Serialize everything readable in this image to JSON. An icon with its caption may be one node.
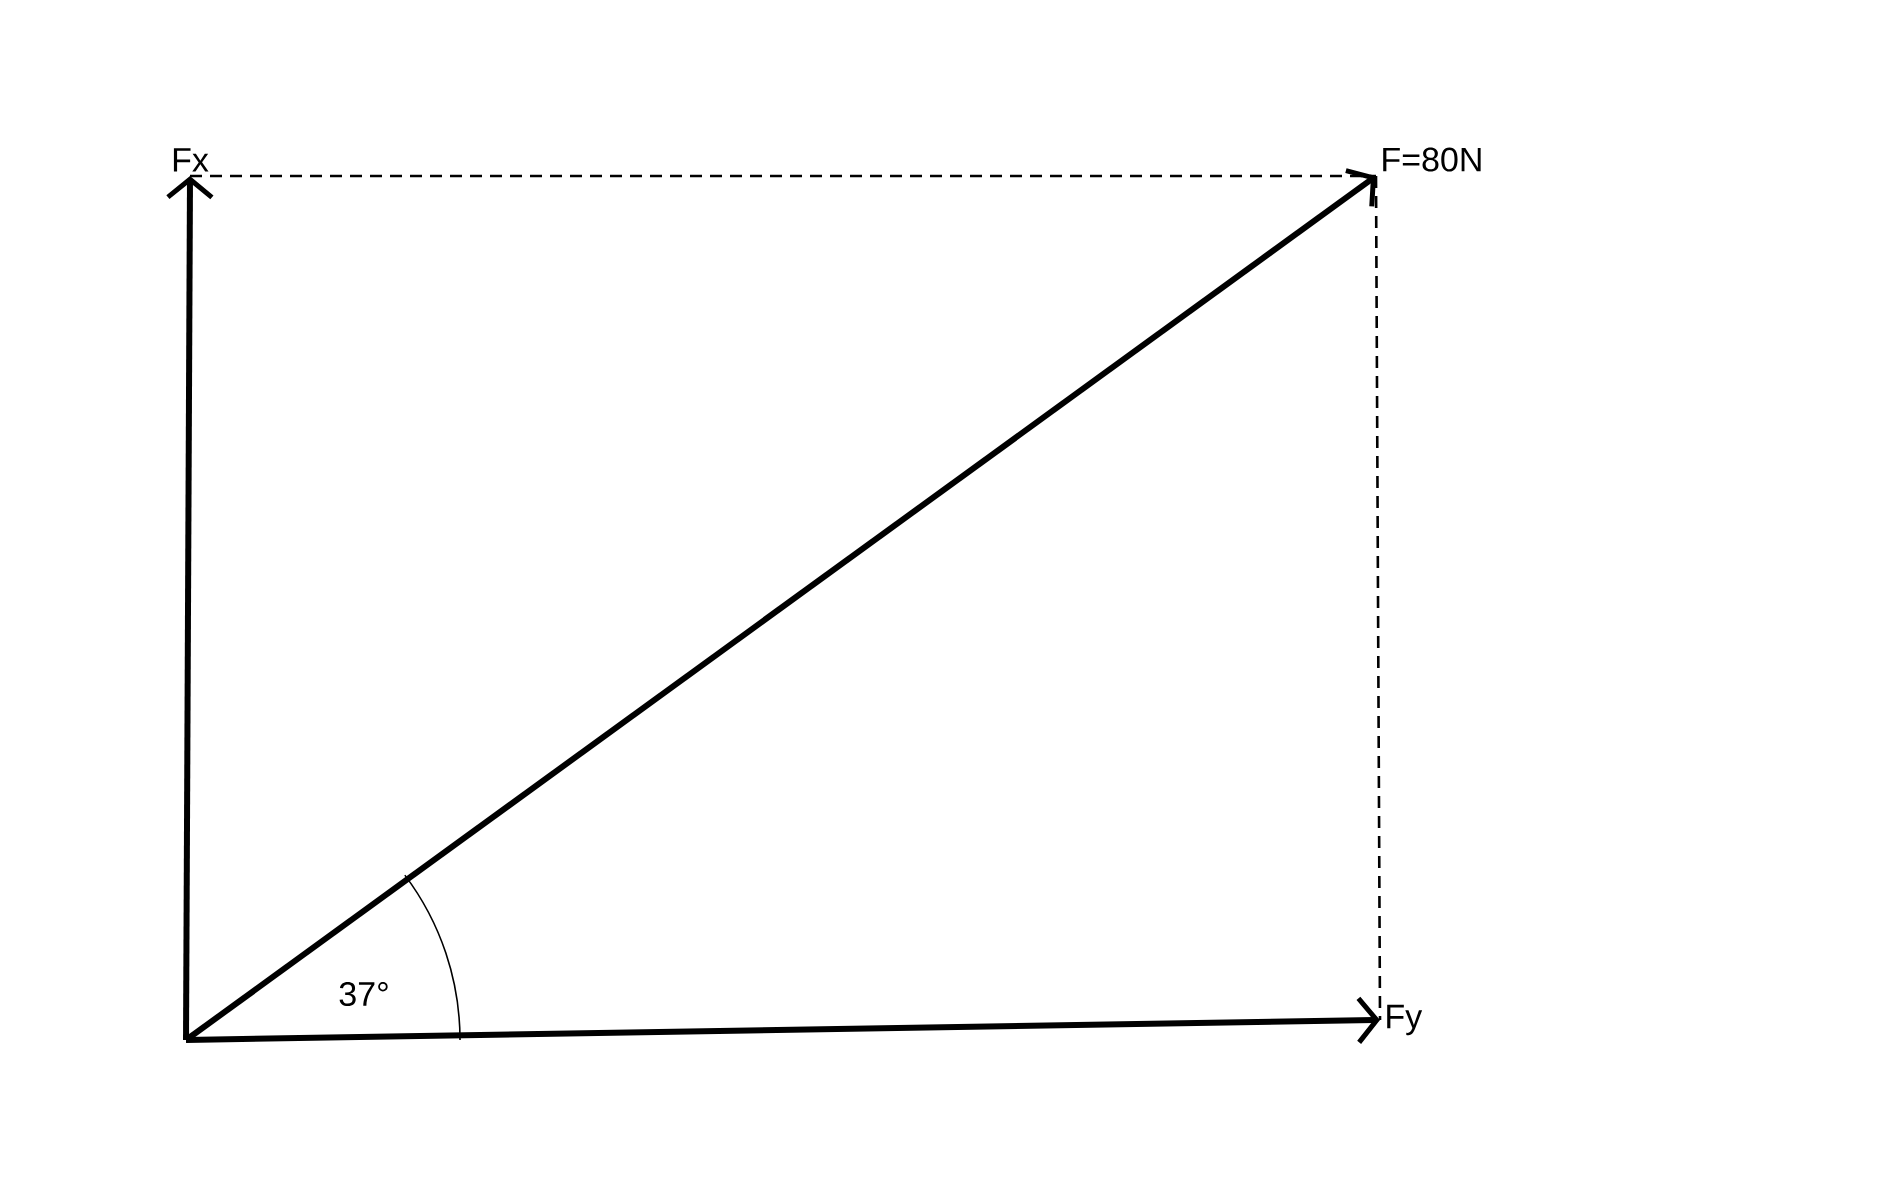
{
  "diagram": {
    "nodes": [
      {
        "text": [
          "Fx"
        ]
      },
      {
        "text": [
          "F=80N"
        ]
      },
      {
        "text": [
          "Fy"
        ]
      }
    ],
    "edges": [
      {
        "from": null,
        "to": 0,
        "arrow": "to"
      },
      {
        "from": null,
        "to": 1,
        "arrow": "to"
      },
      {
        "from": null,
        "to": 2,
        "arrow": "to"
      },
      {
        "from": 0,
        "to": 1,
        "arrow": "none",
        "style": "dashed"
      },
      {
        "from": 1,
        "to": 2,
        "arrow": "none",
        "style": "dashed"
      }
    ],
    "labels": [
      "37°"
    ]
  }
}
